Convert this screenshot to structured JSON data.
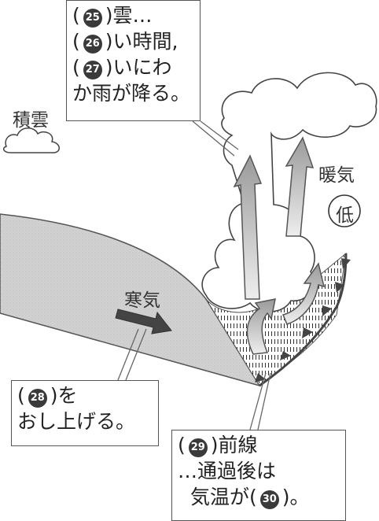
{
  "cloud_box": {
    "line1": {
      "open": "(",
      "num": "25",
      "close": ")雲…"
    },
    "line2": {
      "open": "(",
      "num": "26",
      "close": ")い時間,"
    },
    "line3": {
      "open": "(",
      "num": "27",
      "close": ")いにわ"
    },
    "line4": "か雨が降る。"
  },
  "cumulus_label": "積雲",
  "warm_air_label": "暖気",
  "low_pressure_label": "低",
  "cold_air_label": "寒気",
  "push_box": {
    "line1": {
      "open": "(",
      "num": "28",
      "close": ")を"
    },
    "line2": "おし上げる。"
  },
  "front_box": {
    "line1": {
      "open": "(",
      "num": "29",
      "close": ")前線"
    },
    "line2": "…通過後は",
    "line3": {
      "text": "気温が(",
      "num": "30",
      "close": ")。"
    }
  }
}
